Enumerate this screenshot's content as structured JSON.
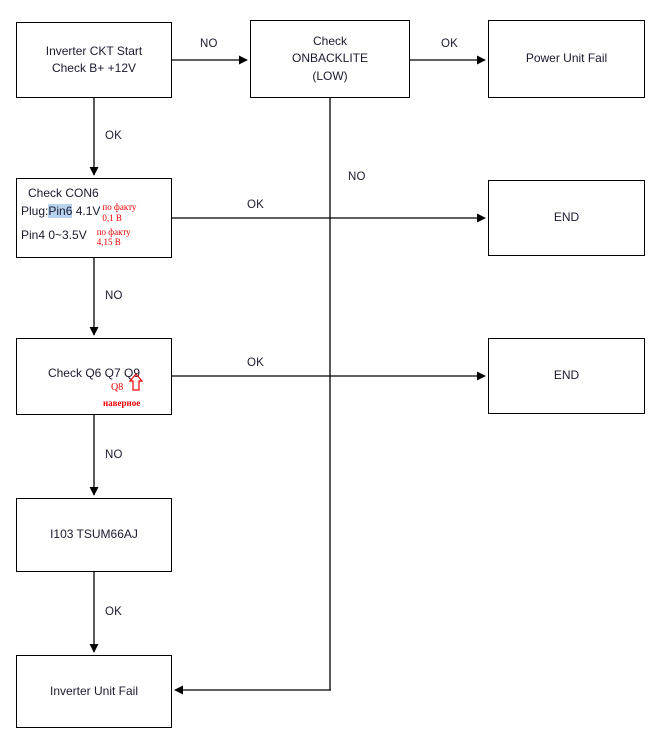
{
  "diagram": {
    "title": "Inverter troubleshooting flowchart",
    "colors": {
      "line": "#000000",
      "box_border": "#000000",
      "text": "#1a1a2e",
      "annotation_red": "#ee0000",
      "selection_highlight": "#b8d3ef",
      "background": "#ffffff"
    },
    "nodes": [
      {
        "id": "start",
        "lines": [
          "Inverter CKT Start",
          "Check B+ +12V"
        ]
      },
      {
        "id": "onbacklite",
        "lines": [
          "Check",
          "ONBACKLITE",
          "(LOW)"
        ]
      },
      {
        "id": "power-unit-fail",
        "lines": [
          "Power Unit Fail"
        ]
      },
      {
        "id": "check-con6",
        "line1": "Check CON6",
        "line2_main": "Plug:",
        "line2_selected": "Pin6",
        "line2_tail": " 4.1V",
        "line2_note_a": "по факту",
        "line2_note_b": "0,1 В",
        "line3_main": "Pin4 0~3.5V",
        "line3_note_a": "по факту",
        "line3_note_b": "4,15 В"
      },
      {
        "id": "end-1",
        "lines": [
          "END"
        ]
      },
      {
        "id": "check-q",
        "main": "Check Q6 Q7 Q9",
        "annot_label": "Q8",
        "annot_note": "наверное"
      },
      {
        "id": "end-2",
        "lines": [
          "END"
        ]
      },
      {
        "id": "i103",
        "lines": [
          "I103 TSUM66AJ"
        ]
      },
      {
        "id": "inverter-unit-fail",
        "lines": [
          "Inverter Unit Fail"
        ]
      }
    ],
    "edge_labels": {
      "start_to_onbacklite": "NO",
      "onbacklite_to_power": "OK",
      "start_to_con6": "OK",
      "con6_to_end1": "OK",
      "con6_to_q": "NO",
      "onbacklite_down": "NO",
      "q_to_end2": "OK",
      "q_to_i103": "NO",
      "i103_to_fail": "OK"
    }
  }
}
